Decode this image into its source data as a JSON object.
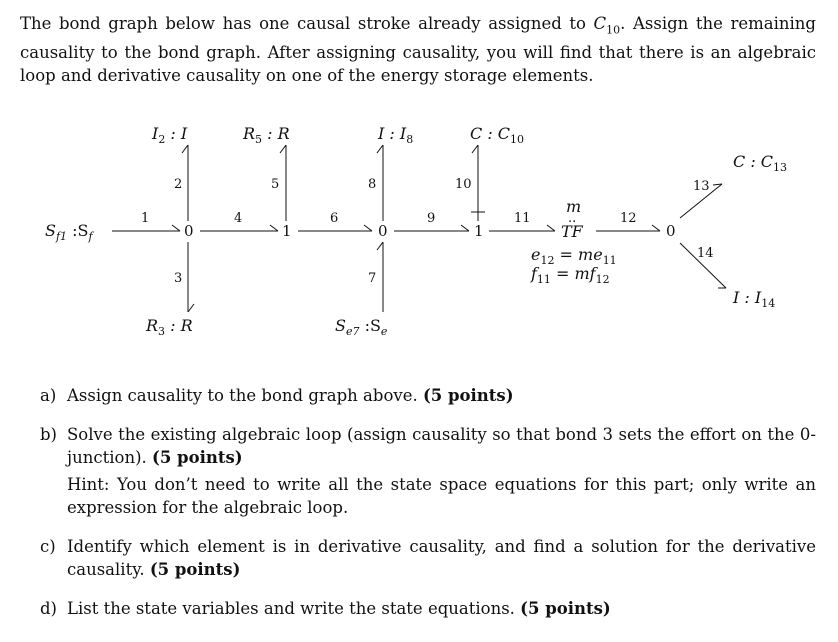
{
  "intro": {
    "text_before": "The bond graph below has one causal stroke already assigned to ",
    "c10_base": "C",
    "c10_sub": "10",
    "text_after": ". Assign the remaining causality to the bond graph. After assigning causality, you will find that there is an algebraic loop and derivative causality on one of the energy storage elements."
  },
  "graph": {
    "elements": {
      "sf1": "S",
      "sf1_sub": "f1",
      "sf1_tail": " :S",
      "sf1_tail_sub": "f",
      "i2": "I",
      "i2_sub": "2",
      "i2_type": " : I",
      "r5": "R",
      "r5_sub": "5",
      "r5_type": " : R",
      "r3": "R",
      "r3_sub": "3",
      "r3_type": " : R",
      "i8_prefix": "I : I",
      "i8_sub": "8",
      "se7": "S",
      "se7_sub": "e7",
      "se7_tail": " :S",
      "se7_tail_sub": "e",
      "c10_prefix": "C : C",
      "c10_sub": "10",
      "c13_prefix": "C : C",
      "c13_sub": "13",
      "i14_prefix": "I : I",
      "i14_sub": "14",
      "tf": "TF",
      "tf_modulus": "m",
      "tf_dots": "..",
      "eq1": "e",
      "eq1_sub": "12",
      "eq1_rest": " = me",
      "eq1_rest_sub": "11",
      "eq2": "f",
      "eq2_sub": "11",
      "eq2_rest": " = mf",
      "eq2_rest_sub": "12"
    },
    "junctions": [
      "0",
      "1",
      "0",
      "1",
      "0"
    ],
    "bond_numbers": [
      "1",
      "2",
      "3",
      "4",
      "5",
      "6",
      "7",
      "8",
      "9",
      "10",
      "11",
      "12",
      "13",
      "14"
    ]
  },
  "questions": [
    {
      "letter": "a)",
      "text": "Assign causality to the bond graph above.",
      "points": "(5 points)"
    },
    {
      "letter": "b)",
      "text": "Solve the existing algebraic loop (assign causality so that bond 3 sets the effort on the 0-junction).",
      "points": "(5 points)"
    },
    {
      "letter": "c)",
      "text": "Identify which element is in derivative causality, and find a solution for the derivative causality.",
      "points": "(5 points)"
    },
    {
      "letter": "d)",
      "text": "List the state variables and write the state equations.",
      "points": "(5 points)"
    }
  ],
  "hint": "Hint: You don’t need to write all the state space equations for this part; only write an expression for the algebraic loop."
}
